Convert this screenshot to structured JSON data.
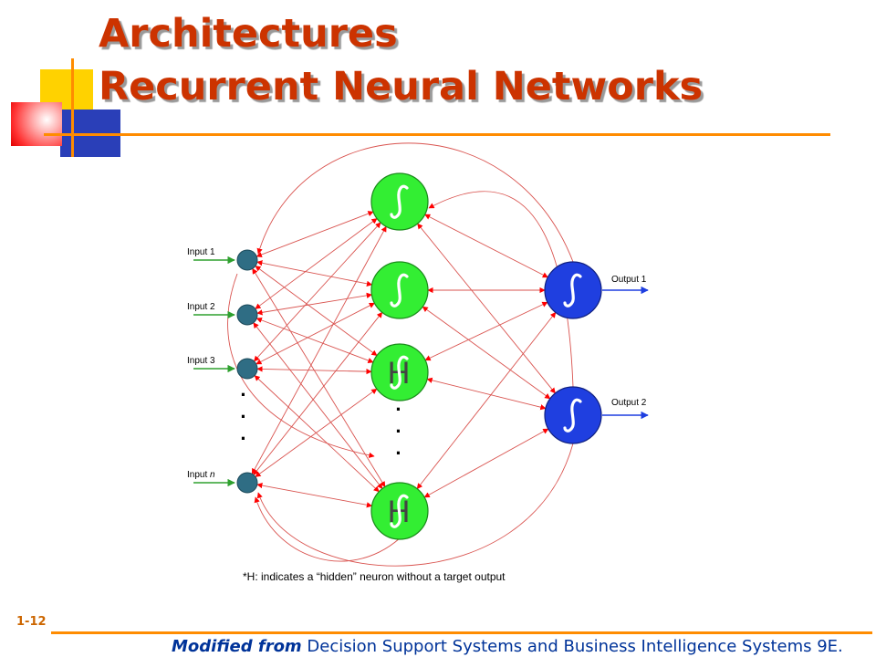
{
  "title": {
    "line1": "Architectures",
    "line2": "Recurrent Neural Networks"
  },
  "diagram": {
    "inputs": [
      "Input 1",
      "Input 2",
      "Input 3",
      "Input "
    ],
    "input_n_suffix": "n",
    "outputs": [
      "Output 1",
      "Output 2"
    ],
    "hidden_marker": "H",
    "ellipsis": "·",
    "note": "*H: indicates a “hidden” neuron without a target output",
    "colors": {
      "input_node": "#2f6d84",
      "hidden_node": "#33ee33",
      "output_node": "#1f3fe0",
      "connection": "#d9534f",
      "arrow_head": "#ff0000",
      "input_arrow": "#2ea02e",
      "output_arrow": "#1f3fe0"
    },
    "icons": {
      "activation": "sigmoid-integral-icon"
    }
  },
  "slide_number": "1-12",
  "footer": {
    "prefix": "Modified from",
    "text": " Decision Support Systems and Business Intelligence Systems 9E."
  }
}
